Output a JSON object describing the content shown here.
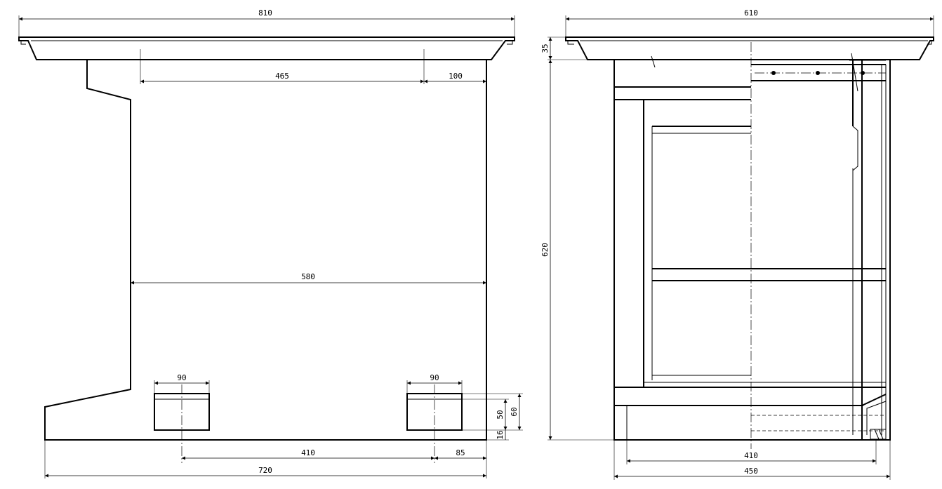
{
  "dimensions": {
    "front": {
      "top_width": "810",
      "upper_span": "465",
      "right_offset": "100",
      "mid_width": "580",
      "left_foot_width": "90",
      "right_foot_width": "90",
      "foot_height_inner": "50",
      "foot_height_outer": "60",
      "foot_gap": "16",
      "foot_spacing": "410",
      "foot_right_offset": "85",
      "base_width": "720"
    },
    "side": {
      "top_width": "610",
      "top_thickness": "35",
      "height": "620",
      "inner_width": "410",
      "base_width": "450"
    }
  }
}
